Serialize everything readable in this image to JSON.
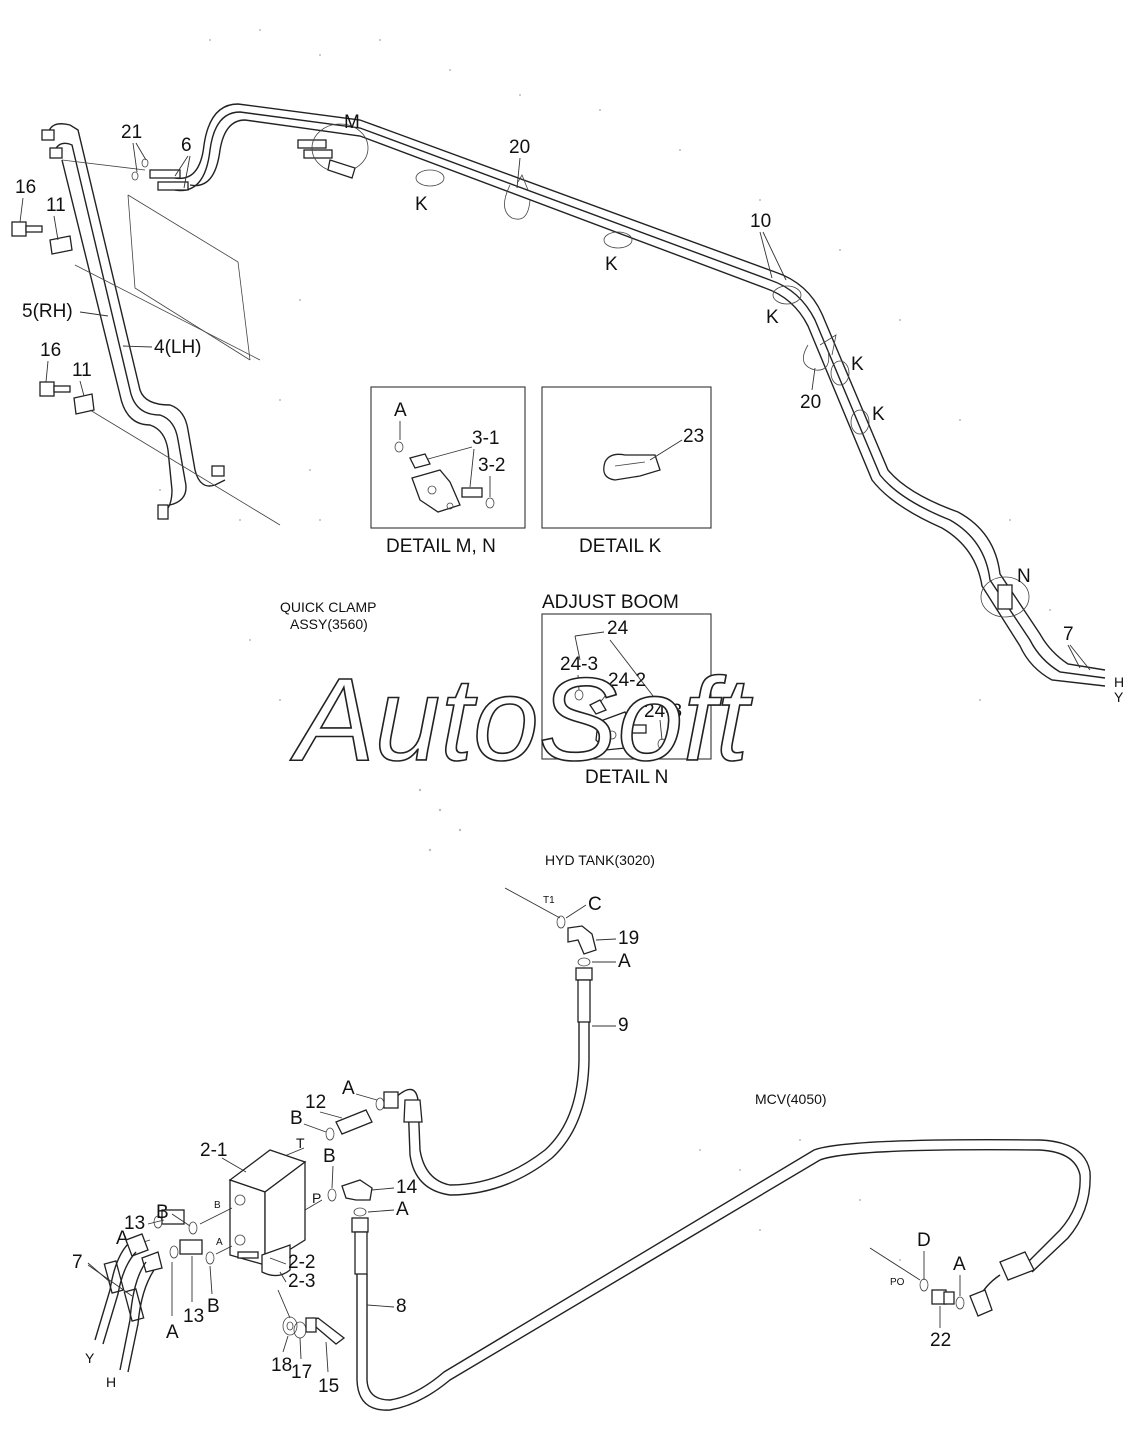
{
  "labels": {
    "c21": "21",
    "c6": "6",
    "cM": "M",
    "c20a": "20",
    "c10": "10",
    "c16a": "16",
    "c11a": "11",
    "c5rh": "5(RH)",
    "c4lh": "4(LH)",
    "c16b": "16",
    "c11b": "11",
    "kA": "K",
    "kB": "K",
    "kC": "K",
    "kD": "K",
    "kE": "K",
    "c20b": "20",
    "cN": "N",
    "c7a": "7",
    "cH1": "H",
    "cY1": "Y",
    "dmA": "A",
    "dm31": "3-1",
    "dm32": "3-2",
    "dk23": "23",
    "dn24": "24",
    "dn243a": "24-3",
    "dn242": "24-2",
    "dn243b": "24-3",
    "c19": "19",
    "cC": "C",
    "cA1": "A",
    "c9": "9",
    "cT1": "T1",
    "cA2": "A",
    "c12": "12",
    "cB1": "B",
    "cT": "T",
    "c21b": "2-1",
    "cB2": "B",
    "cP": "P",
    "c14": "14",
    "cA3": "A",
    "c13a": "13",
    "cB3": "B",
    "cPortB": "B",
    "cA4": "A",
    "cPortA": "A",
    "c13b": "13",
    "cB4": "B",
    "cA5": "A",
    "c22b": "2-2",
    "c23b": "2-3",
    "c7b": "7",
    "cY2": "Y",
    "cH2": "H",
    "c18": "18",
    "c17": "17",
    "c15": "15",
    "c8": "8",
    "cD": "D",
    "cA6": "A",
    "cPO": "PO",
    "c22": "22"
  },
  "captions": {
    "detail_mn": "DETAIL M, N",
    "detail_k": "DETAIL K",
    "detail_n": "DETAIL N",
    "adjust_boom": "ADJUST BOOM",
    "quick_clamp_1": "QUICK CLAMP",
    "quick_clamp_2": "ASSY(3560)",
    "hyd_tank": "HYD TANK(3020)",
    "mcv": "MCV(4050)"
  },
  "watermark": "AutoSoft"
}
